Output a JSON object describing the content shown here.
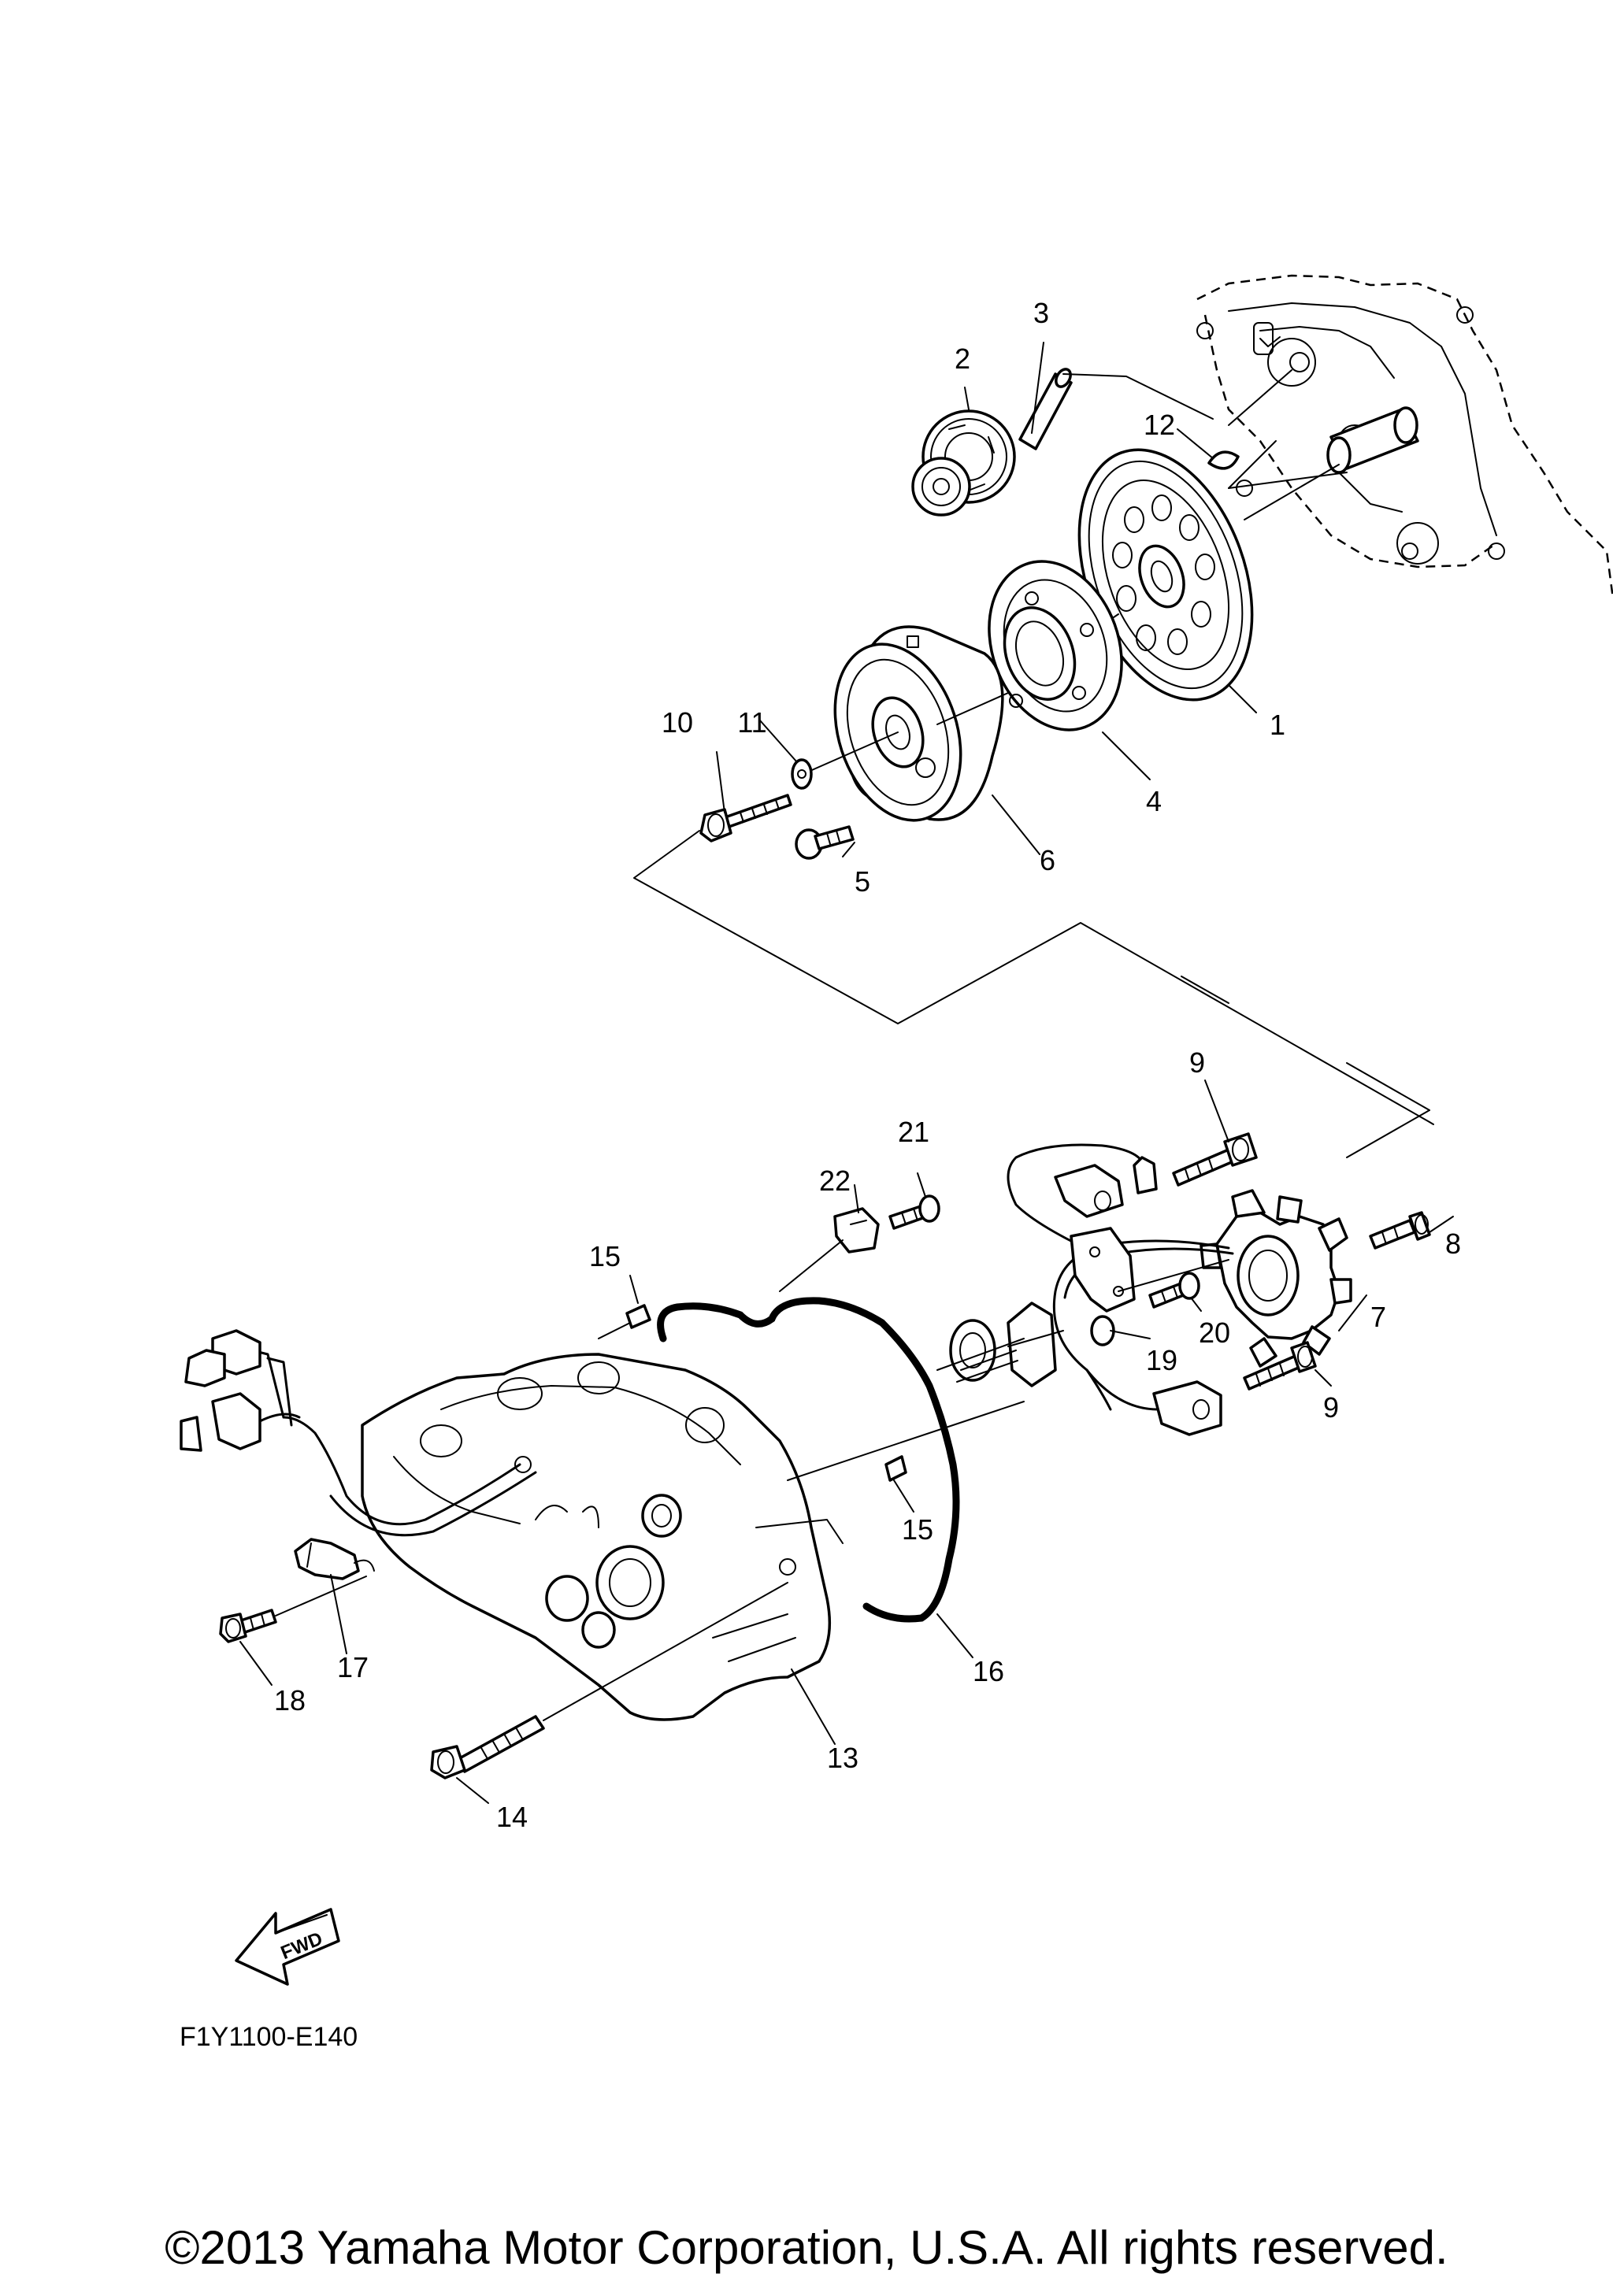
{
  "diagram": {
    "callouts": {
      "p1": "1",
      "p2": "2",
      "p3": "3",
      "p4": "4",
      "p5": "5",
      "p6": "6",
      "p7": "7",
      "p8": "8",
      "p9a": "9",
      "p9b": "9",
      "p10": "10",
      "p11": "11",
      "p12": "12",
      "p13": "13",
      "p14": "14",
      "p15a": "15",
      "p15b": "15",
      "p16": "16",
      "p17": "17",
      "p18": "18",
      "p19": "19",
      "p20": "20",
      "p21": "21",
      "p22": "22"
    },
    "fwd_label": "FWD",
    "figure_code": "F1Y1100-E140"
  },
  "footer": {
    "copyright": "©2013 Yamaha Motor Corporation, U.S.A. All rights reserved."
  }
}
